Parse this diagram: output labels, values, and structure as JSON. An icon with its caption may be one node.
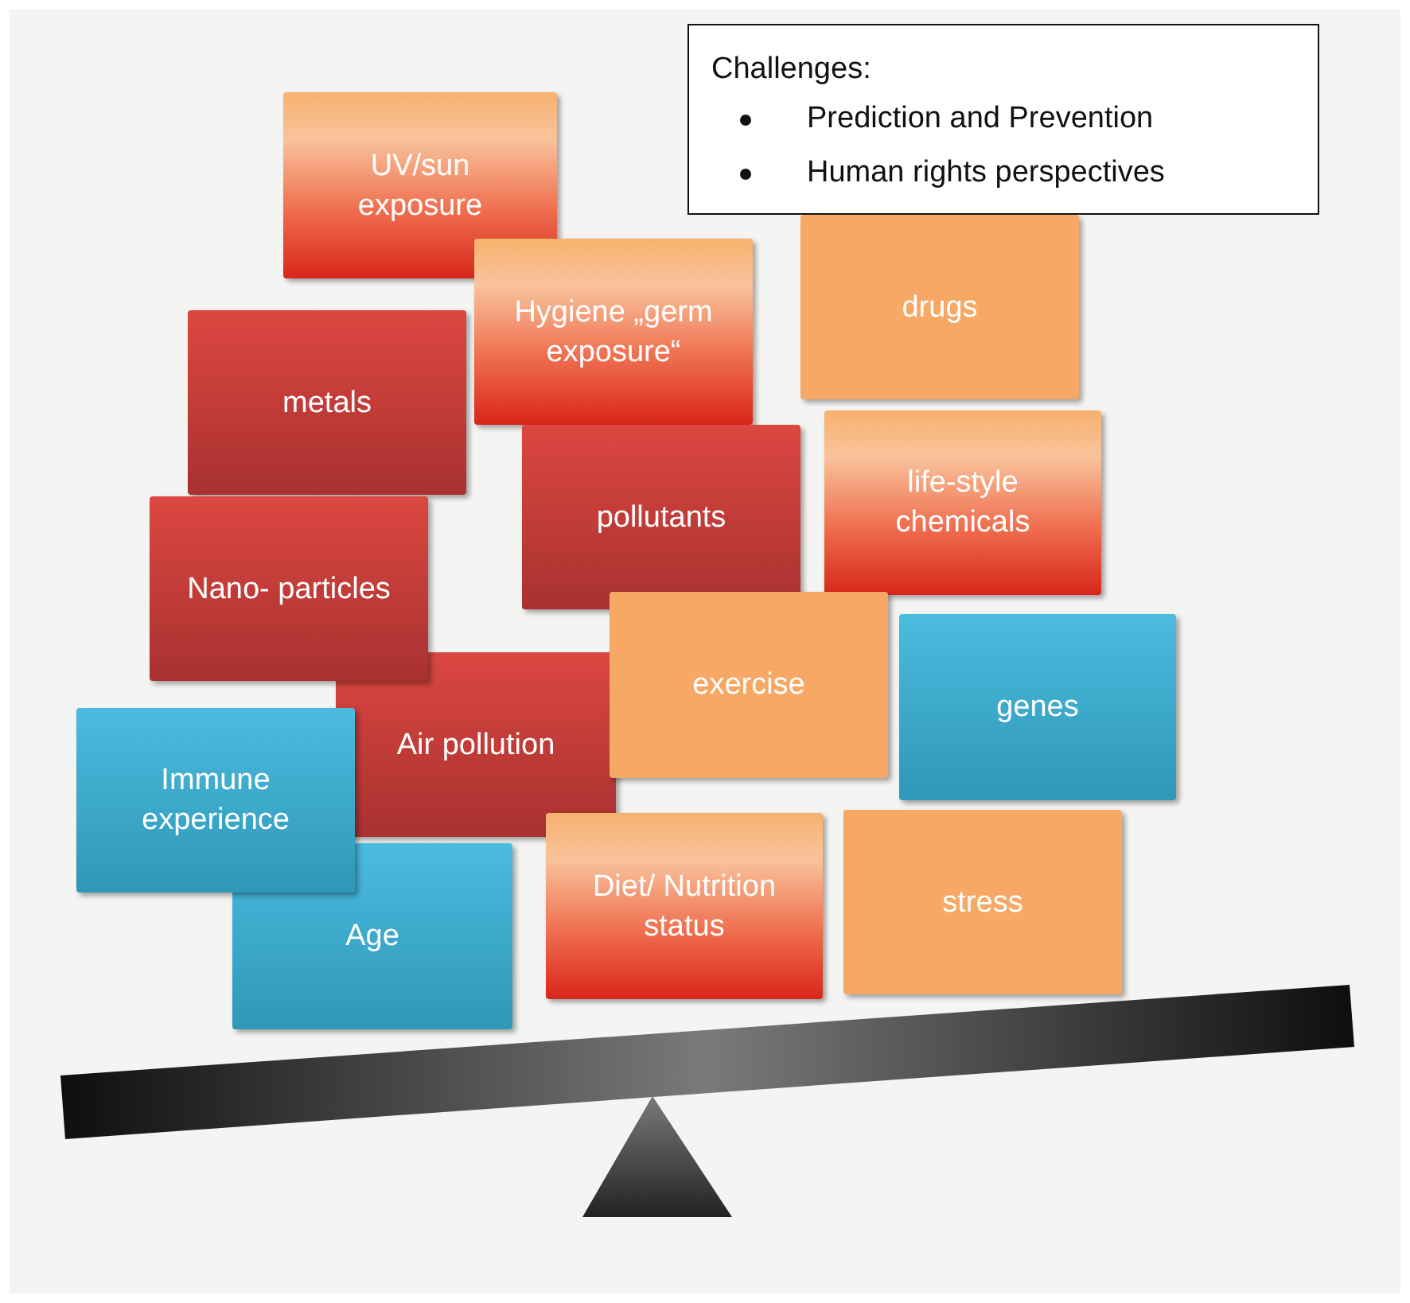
{
  "diagram": {
    "nodes": [
      {
        "text": [
          "Challenges:",
          "Prediction and Prevention",
          "Human rights perspectives"
        ]
      },
      {
        "text": [
          "UV/sun exposure"
        ]
      },
      {
        "text": [
          "Hygiene „germ exposure“"
        ]
      },
      {
        "text": [
          "drugs"
        ]
      },
      {
        "text": [
          "metals"
        ]
      },
      {
        "text": [
          "life-style chemicals"
        ]
      },
      {
        "text": [
          "pollutants"
        ]
      },
      {
        "text": [
          "Nano- particles"
        ]
      },
      {
        "text": [
          "exercise"
        ]
      },
      {
        "text": [
          "genes"
        ]
      },
      {
        "text": [
          "Air pollution"
        ]
      },
      {
        "text": [
          "Immune experience"
        ]
      },
      {
        "text": [
          "Diet/ Nutrition status"
        ]
      },
      {
        "text": [
          "stress"
        ]
      },
      {
        "text": [
          "Age"
        ]
      }
    ]
  }
}
